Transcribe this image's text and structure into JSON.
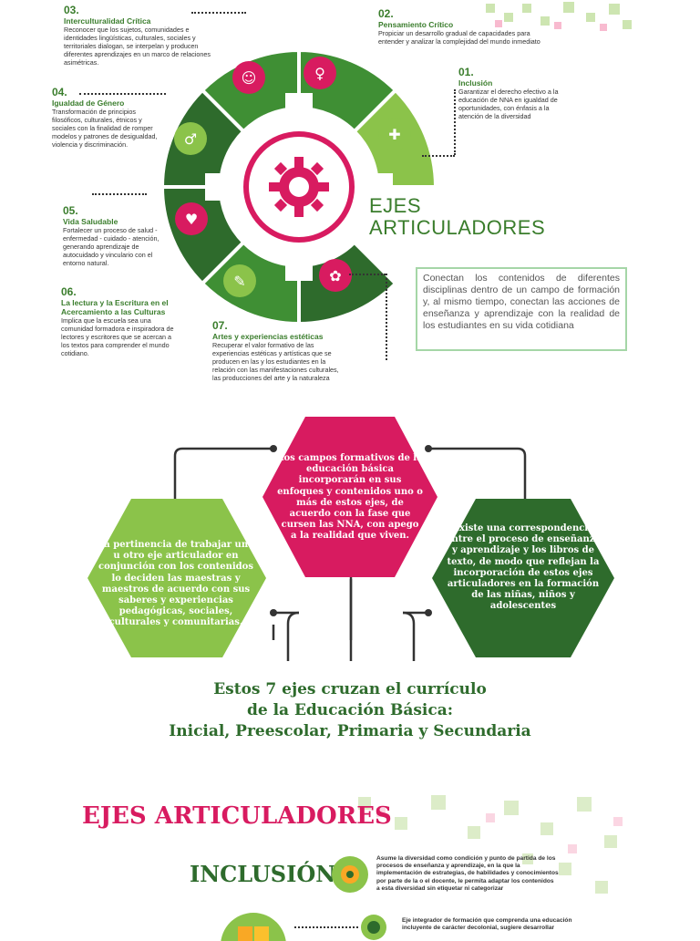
{
  "colors": {
    "green_dark": "#2e6b2c",
    "green_mid": "#3f8f34",
    "green_light": "#8bc34a",
    "magenta": "#d81b60",
    "text": "#333333"
  },
  "section1": {
    "title_line1": "EJES",
    "title_line2": "ARTICULADORES",
    "summary": "Conectan los contenidos de diferentes disciplinas dentro de un campo de formación y, al mismo tiempo, conectan las acciones de enseñanza y aprendizaje con la realidad de los estudiantes en su vida cotidiana",
    "axes": [
      {
        "num": "01.",
        "title": "Inclusión",
        "desc": "Garantizar el derecho efectivo a la educación de NNA en igualdad de oportunidades, con énfasis a la atención de la diversidad",
        "icon": "puzzle-people-icon"
      },
      {
        "num": "02.",
        "title": "Pensamiento Crítico",
        "desc": "Propiciar un desarrollo gradual de capacidades para entender y analizar la complejidad del mundo inmediato",
        "icon": "head-gear-icon"
      },
      {
        "num": "03.",
        "title": "Interculturalidad Crítica",
        "desc": "Reconocer que los sujetos, comunidades e identidades lingüísticas, culturales, sociales y territoriales dialogan, se interpelan y producen diferentes aprendizajes en un marco de relaciones asimétricas.",
        "icon": "diverse-people-icon"
      },
      {
        "num": "04.",
        "title": "Igualdad de Género",
        "desc": "Transformación de principios filosóficos, culturales, étnicos y sociales con la finalidad de romper modelos y patrones de desigualdad, violencia y discriminación.",
        "icon": "man-woman-icon"
      },
      {
        "num": "05.",
        "title": "Vida Saludable",
        "desc": "Fortalecer un proceso de salud - enfermedad - cuidado - atención, generando aprendizaje de autocuidado y vinculario con el entorno natural.",
        "icon": "heart-hands-icon"
      },
      {
        "num": "06.",
        "title": "La lectura y la Escritura en el Acercamiento a las Culturas",
        "desc": "Implica que la escuela sea una comunidad formadora e inspiradora de lectores y escritores que se acercan a los textos para comprender el mundo cotidiano.",
        "icon": "book-pencil-icon"
      },
      {
        "num": "07.",
        "title": "Artes y experiencias estéticas",
        "desc": "Recuperar el valor formativo de las experiencias estéticas y artísticas que se producen en las y los estudiantes en la relación con las manifestaciones culturales, las producciones del arte y la naturaleza",
        "icon": "art-palette-icon"
      }
    ]
  },
  "section2": {
    "hex_center": "Los campos formativos de la educación básica incorporarán en sus enfoques y contenidos uno o más de estos ejes, de acuerdo con la fase que cursen las NNA, con apego a la realidad que viven.",
    "hex_left": "La pertinencia de trabajar uno u otro eje articulador en conjunción con los contenidos lo deciden las maestras y maestros de acuerdo con sus saberes y experiencias pedagógicas, sociales, culturales y comunitarias.",
    "hex_right": "Existe una correspondencia entre el proceso de enseñanza y aprendizaje y los libros de texto, de modo que reflejan la incorporación de estos ejes articuladores en la formación de las niñas, niños y adolescentes",
    "footer_line1": "Estos 7 ejes cruzan el currículo",
    "footer_line2": "de la Educación Básica:",
    "footer_line3": "Inicial, Preescolar, Primaria y Secundaria"
  },
  "section3": {
    "title": "EJES ARTICULADORES",
    "inclusion_title": "INCLUSIÓN",
    "inclusion_desc": "Asume la diversidad como condición y punto de partida de los procesos de enseñanza y aprendizaje, en la que la implementación de estrategias, de habilidades y conocimientos por parte de la o el docente, le permita adaptar los contenidos a esta diversidad sin etiquetar ni categorizar",
    "second_desc": "Eje integrador de formación que comprenda una educación incluyente de carácter decolonial, sugiere desarrollar"
  }
}
